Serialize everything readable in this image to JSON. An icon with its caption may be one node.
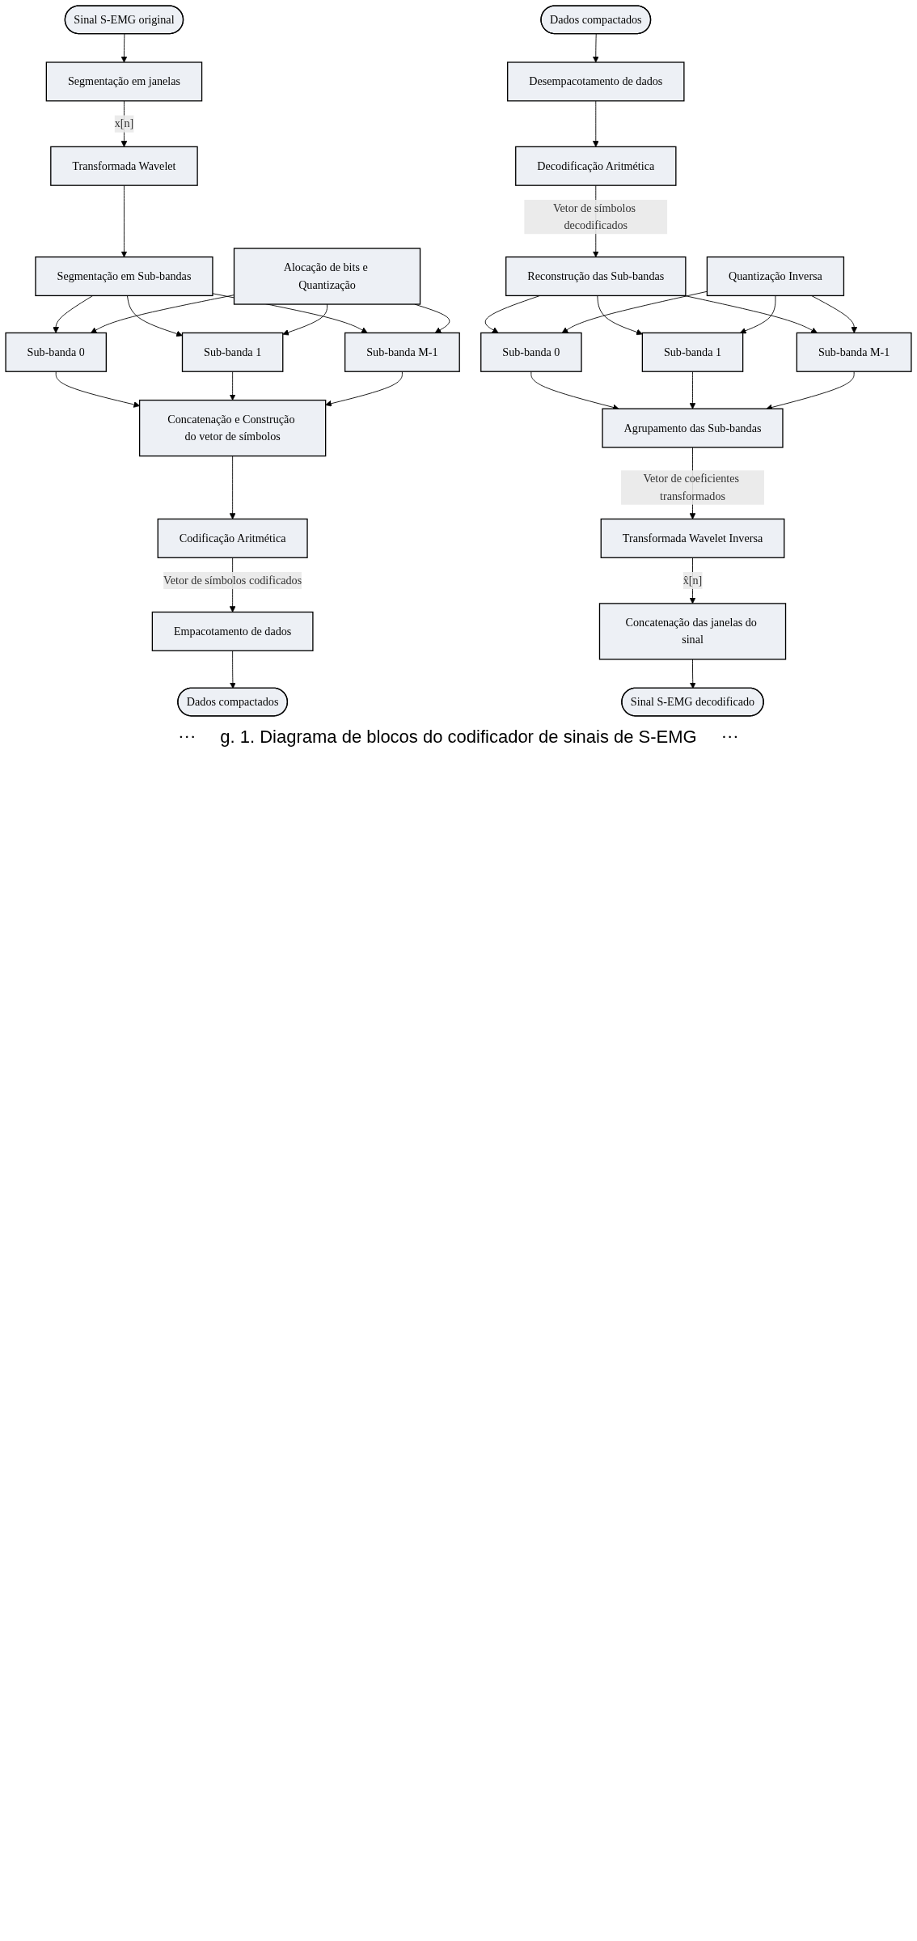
{
  "diagram": {
    "nodes": [
      {
        "text": [
          "Sinal S-EMG original"
        ]
      },
      {
        "text": [
          "Segmentação em janelas"
        ]
      },
      {
        "text": [
          "Transformada Wavelet"
        ]
      },
      {
        "text": [
          "Segmentação em Sub-bandas"
        ]
      },
      {
        "text": [
          "Alocação de bits e Quantização"
        ]
      },
      {
        "text": [
          "Sub-banda 0"
        ]
      },
      {
        "text": [
          "Sub-banda 1"
        ]
      },
      {
        "text": [
          "Sub-banda M-1"
        ]
      },
      {
        "text": [
          "Concatenação e Construção do vetor de símbolos"
        ]
      },
      {
        "text": [
          "Codificação Aritmética"
        ]
      },
      {
        "text": [
          "Empacotamento de dados"
        ]
      },
      {
        "text": [
          "Dados compactados"
        ]
      },
      {
        "text": [
          "Desempacotamento de dados"
        ]
      },
      {
        "text": [
          "Dados compactados"
        ]
      },
      {
        "text": [
          "Decodificação Aritmética"
        ]
      },
      {
        "text": [
          "Reconstrução das Sub-bandas"
        ]
      },
      {
        "text": [
          "Sub-banda 0"
        ]
      },
      {
        "text": [
          "Sub-banda 1"
        ]
      },
      {
        "text": [
          "Sub-banda M-1"
        ]
      },
      {
        "text": [
          "Quantização Inversa"
        ]
      },
      {
        "text": [
          "Agrupamento das Sub-bandas"
        ]
      },
      {
        "text": [
          "Transformada Wavelet Inversa"
        ]
      },
      {
        "text": [
          "Concatenação das janelas do sinal"
        ]
      },
      {
        "text": [
          "Sinal S-EMG decodificado"
        ]
      }
    ],
    "edges": [
      {
        "from": 0,
        "to": 1,
        "arrow": "to"
      },
      {
        "from": 1,
        "to": 2,
        "arrow": "to",
        "label": "x[n]"
      },
      {
        "from": 2,
        "to": 3,
        "arrow": "to"
      },
      {
        "from": 3,
        "to": 5,
        "arrow": "to"
      },
      {
        "from": 3,
        "to": 6,
        "arrow": "to"
      },
      {
        "from": 3,
        "to": 7,
        "arrow": "to"
      },
      {
        "from": 4,
        "to": 5,
        "arrow": "to"
      },
      {
        "from": 4,
        "to": 6,
        "arrow": "to"
      },
      {
        "from": 4,
        "to": 7,
        "arrow": "to"
      },
      {
        "from": 5,
        "to": 8,
        "arrow": "to"
      },
      {
        "from": 6,
        "to": 8,
        "arrow": "to"
      },
      {
        "from": 7,
        "to": 8,
        "arrow": "to"
      },
      {
        "from": 8,
        "to": 9,
        "arrow": "to"
      },
      {
        "from": 9,
        "to": 10,
        "arrow": "to",
        "label": "Vetor de símbolos codificados"
      },
      {
        "from": 10,
        "to": 11,
        "arrow": "to"
      },
      {
        "from": 13,
        "to": 12,
        "arrow": "to"
      },
      {
        "from": 12,
        "to": 14,
        "arrow": "to"
      },
      {
        "from": 14,
        "to": 15,
        "arrow": "to",
        "label": "Vetor de símbolos decodificados"
      },
      {
        "from": 15,
        "to": 16,
        "arrow": "to"
      },
      {
        "from": 15,
        "to": 17,
        "arrow": "to"
      },
      {
        "from": 15,
        "to": 18,
        "arrow": "to"
      },
      {
        "from": 19,
        "to": 16,
        "arrow": "to"
      },
      {
        "from": 19,
        "to": 17,
        "arrow": "to"
      },
      {
        "from": 19,
        "to": 18,
        "arrow": "to"
      },
      {
        "from": 16,
        "to": 20,
        "arrow": "to"
      },
      {
        "from": 17,
        "to": 20,
        "arrow": "to"
      },
      {
        "from": 18,
        "to": 20,
        "arrow": "to"
      },
      {
        "from": 20,
        "to": 21,
        "arrow": "to",
        "label": "Vetor de coeficientes transformados"
      },
      {
        "from": 21,
        "to": 22,
        "arrow": "to",
        "label": "x̂[n]"
      },
      {
        "from": 22,
        "to": 23,
        "arrow": "to"
      }
    ],
    "labels": [
      "···",
      "g. 1. Diagrama de blocos do codificador de sinais de S-EMG",
      "···"
    ]
  }
}
